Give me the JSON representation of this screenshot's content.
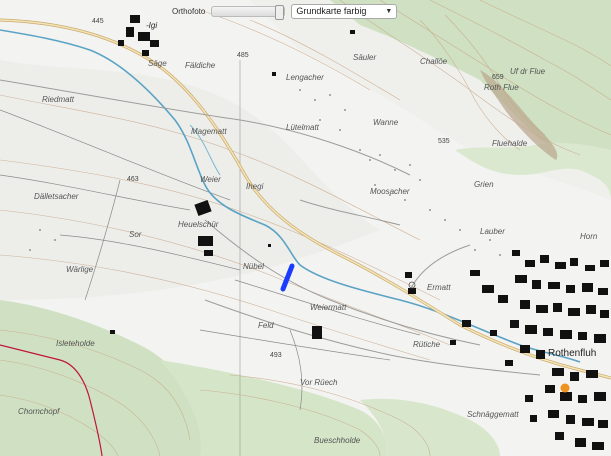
{
  "toolbar": {
    "ortho_label": "Orthofoto",
    "opacity_fraction": 1.0,
    "layer_selected": "Grundkarte farbig"
  },
  "map": {
    "labels": {
      "fgi": "-Igi",
      "saege": "Säge",
      "faeldiche": "Fäldiche",
      "riedmatt": "Riedmatt",
      "magematt": "Magematt",
      "luetelmatt": "Lütelmatt",
      "lengacher": "Lengacher",
      "saeuler": "Säuler",
      "challoe": "Challöe",
      "uf_der_flue": "Uf dr Flue",
      "roth_flue": "Roth Flue",
      "fluehalde": "Fluehalde",
      "wanne": "Wanne",
      "weier": "Weier",
      "ihegi": "Ihegi",
      "daelletsacher": "Dälletsacher",
      "heuelschuer": "Heuelschür",
      "sor": "Sor",
      "moosacher": "Moosacher",
      "grien": "Grien",
      "lauber": "Lauber",
      "horn": "Horn",
      "waerlige": "Wärlige",
      "nuebel": "Nübel",
      "weiermatt": "Weiermatt",
      "ermatt": "Ermatt",
      "feld": "Feld",
      "ruetiche": "Rütiche",
      "roethenfluh": "Rothenfluh",
      "isleteholde": "Isleteholde",
      "vor_rueech": "Vor Rüech",
      "chornchopf": "Chornchopf",
      "schnaeggematt": "Schnäggematt",
      "bueschholde": "Bueschholde"
    },
    "elevations": {
      "e445": "445",
      "e485": "485",
      "e463": "463",
      "e493": "493",
      "e535": "535",
      "e659": "659"
    },
    "colors": {
      "forest": "#cfe1c2",
      "contour": "#c9a88a",
      "river": "#5aa3c4",
      "road": "#d8c79a",
      "building": "#111111",
      "marker": "#1a3cff",
      "border": "#c0143c",
      "poi": "#f0901e"
    }
  }
}
